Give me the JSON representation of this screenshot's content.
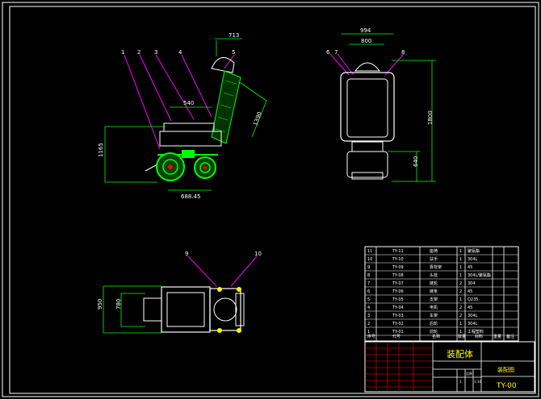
{
  "colors": {
    "background": "#000000",
    "frame": "#ffffff",
    "dimension": "#00ff00",
    "solid": "#00ff00",
    "leader": "#ff00ff",
    "outline": "#ffffff",
    "title_text": "#ffff00",
    "accent_red": "#ff0000"
  },
  "side_view": {
    "labels": [
      "1",
      "2",
      "3",
      "4",
      "5"
    ],
    "dim_top": "713",
    "dim_seat": "540",
    "dim_back": "1390",
    "dim_height": "1165",
    "dim_wheelbase": "688.45"
  },
  "front_view": {
    "labels": [
      "6",
      "7",
      "8"
    ],
    "dim_width_outer": "994",
    "dim_width_inner": "800",
    "dim_height": "1800",
    "dim_lower": "640"
  },
  "top_view": {
    "labels": [
      "9",
      "10"
    ],
    "dim_outer": "950",
    "dim_inner": "780"
  },
  "parts_table": {
    "rows": [
      {
        "no": "11",
        "code": "TY-11",
        "name": "座椅",
        "qty": "1",
        "mat": "聚氨酯"
      },
      {
        "no": "10",
        "code": "TY-10",
        "name": "扶手",
        "qty": "1",
        "mat": "304L"
      },
      {
        "no": "9",
        "code": "TY-09",
        "name": "靠背架",
        "qty": "1",
        "mat": "45"
      },
      {
        "no": "8",
        "code": "TY-08",
        "name": "头枕",
        "qty": "1",
        "mat": "304L/聚氨酯"
      },
      {
        "no": "7",
        "code": "TY-07",
        "name": "链轮",
        "qty": "2",
        "mat": "304"
      },
      {
        "no": "6",
        "code": "TY-06",
        "name": "链条",
        "qty": "2",
        "mat": "45"
      },
      {
        "no": "5",
        "code": "TY-05",
        "name": "支架",
        "qty": "1",
        "mat": "Q235"
      },
      {
        "no": "4",
        "code": "TY-04",
        "name": "电机",
        "qty": "2",
        "mat": "45"
      },
      {
        "no": "3",
        "code": "TY-03",
        "name": "车架",
        "qty": "2",
        "mat": "304L"
      },
      {
        "no": "2",
        "code": "TY-02",
        "name": "后轮",
        "qty": "1",
        "mat": "304L"
      },
      {
        "no": "1",
        "code": "TY-01",
        "name": "前轮",
        "qty": "1",
        "mat": "工程塑料"
      }
    ],
    "header": {
      "no": "序号",
      "code": "代号",
      "name": "名称",
      "qty": "数量",
      "mat": "材料",
      "weight": "重量",
      "remark": "备注"
    }
  },
  "title_block": {
    "title": "装配体",
    "drawing_no": "TY-00",
    "school": "装配图",
    "scale_label": "比例",
    "qty_value": "1",
    "scale_value": "1:10"
  }
}
